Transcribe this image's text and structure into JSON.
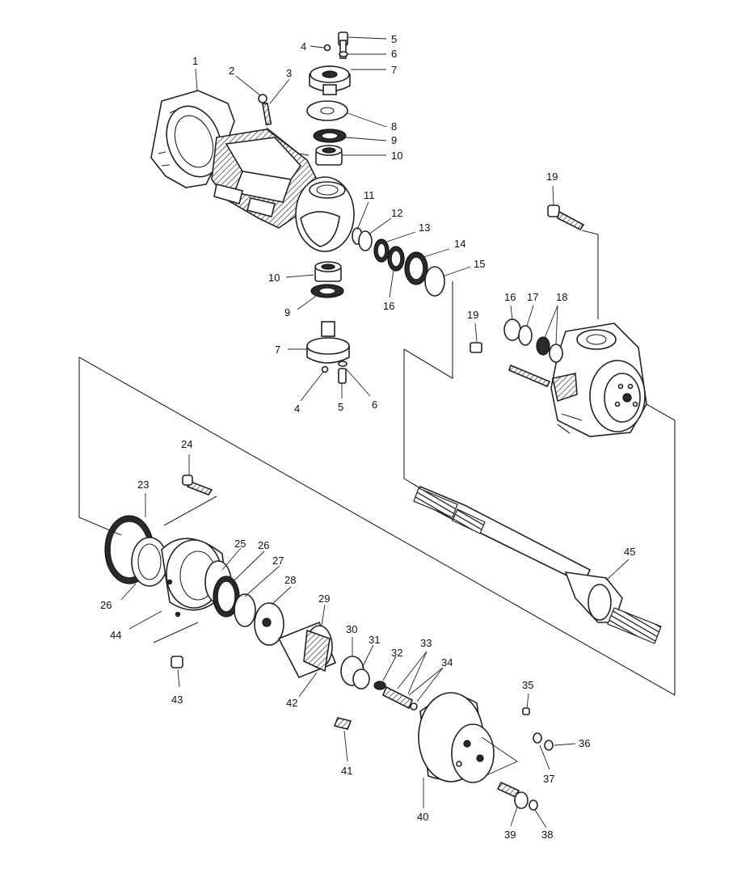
{
  "callouts": {
    "c1": "1",
    "c2": "2",
    "c3": "3",
    "c4a": "4",
    "c5a": "5",
    "c6a": "6",
    "c7a": "7",
    "c8": "8",
    "c9a": "9",
    "c10a": "10",
    "c11": "11",
    "c12": "12",
    "c13": "13",
    "c14": "14",
    "c15": "15",
    "c16a": "16",
    "c10b": "10",
    "c9b": "9",
    "c7b": "7",
    "c4b": "4",
    "c5b": "5",
    "c6b": "6",
    "c19a": "19",
    "c16b": "16",
    "c17": "17",
    "c18": "18",
    "c19b": "19",
    "c24": "24",
    "c23": "23",
    "c25": "25",
    "c26a": "26",
    "c27": "27",
    "c28": "28",
    "c29": "29",
    "c26b": "26",
    "c44": "44",
    "c43": "43",
    "c30": "30",
    "c31": "31",
    "c32": "32",
    "c33": "33",
    "c34": "34",
    "c42": "42",
    "c35": "35",
    "c36": "36",
    "c37": "37",
    "c41": "41",
    "c40": "40",
    "c39": "39",
    "c38": "38",
    "c45": "45"
  }
}
